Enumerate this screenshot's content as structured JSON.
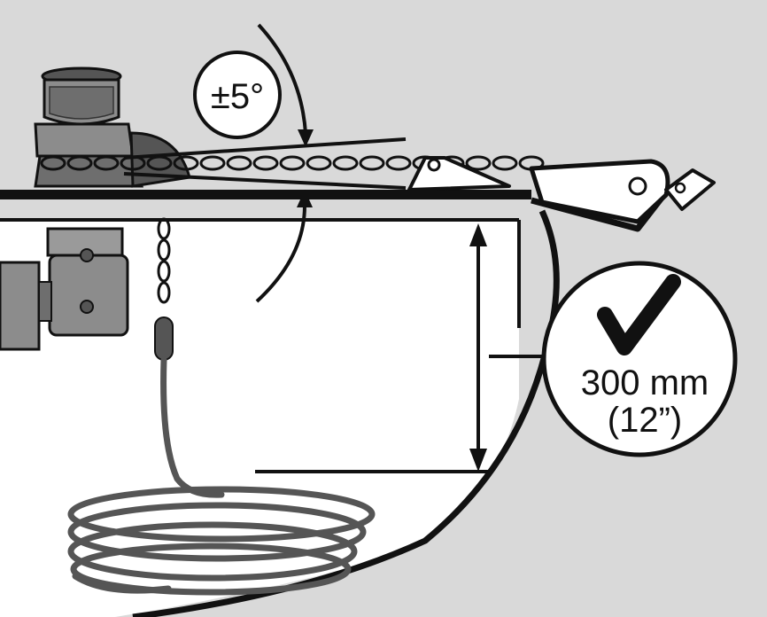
{
  "diagram": {
    "angle_label": "±5°",
    "check_mark": "✓",
    "height_metric": "300 mm",
    "height_imperial": "(12”)",
    "colors": {
      "background": "#d9d9d9",
      "hull_interior": "#ffffff",
      "outline": "#111111",
      "chain": "#9a9a9a",
      "rope": "#555555"
    },
    "icons": {
      "windlass": "windlass-icon",
      "motor": "motor-icon",
      "bow_roller": "bow-roller-icon",
      "chain": "chain-icon",
      "rope_coil": "rope-coil-icon",
      "check": "check-icon"
    }
  }
}
